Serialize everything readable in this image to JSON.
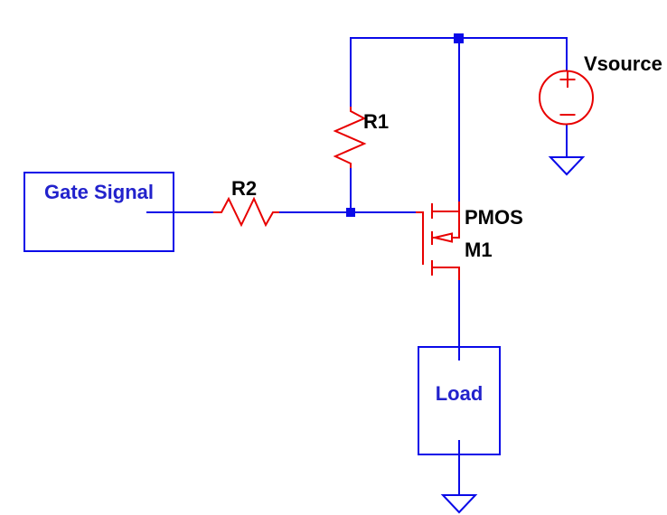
{
  "labels": {
    "vsource": "Vsource",
    "r1": "R1",
    "r2": "R2",
    "mosfet_type": "PMOS",
    "mosfet_name": "M1",
    "gate_signal_box": "Gate Signal",
    "load_box": "Load",
    "vsource_plus_mark": "+",
    "vsource_minus_mark": "−"
  },
  "colors": {
    "wire": "#0a0ae8",
    "component": "#e80000",
    "component_label": "#000000",
    "box_label": "#2222cc",
    "background": "#ffffff"
  }
}
